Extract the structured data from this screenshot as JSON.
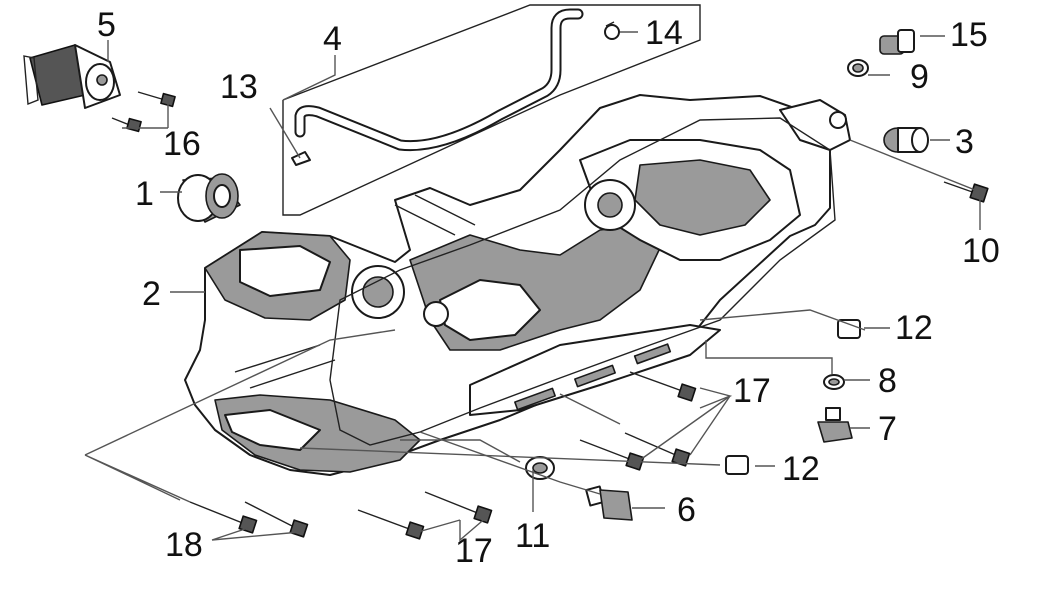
{
  "diagram": {
    "type": "exploded-parts-diagram",
    "subject": "crankcase-left",
    "callouts": [
      {
        "id": "c1",
        "label": "1"
      },
      {
        "id": "c2",
        "label": "2"
      },
      {
        "id": "c3",
        "label": "3"
      },
      {
        "id": "c4",
        "label": "4"
      },
      {
        "id": "c5",
        "label": "5"
      },
      {
        "id": "c6",
        "label": "6"
      },
      {
        "id": "c7",
        "label": "7"
      },
      {
        "id": "c8",
        "label": "8"
      },
      {
        "id": "c9",
        "label": "9"
      },
      {
        "id": "c10",
        "label": "10"
      },
      {
        "id": "c11",
        "label": "11"
      },
      {
        "id": "c12a",
        "label": "12"
      },
      {
        "id": "c12b",
        "label": "12"
      },
      {
        "id": "c13",
        "label": "13"
      },
      {
        "id": "c14",
        "label": "14"
      },
      {
        "id": "c15",
        "label": "15"
      },
      {
        "id": "c16",
        "label": "16"
      },
      {
        "id": "c17a",
        "label": "17"
      },
      {
        "id": "c17b",
        "label": "17"
      },
      {
        "id": "c18",
        "label": "18"
      }
    ]
  }
}
